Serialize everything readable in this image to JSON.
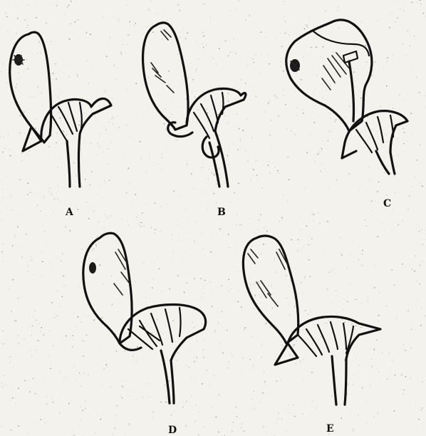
{
  "figure": {
    "panels": [
      {
        "id": "A",
        "label": "A"
      },
      {
        "id": "B",
        "label": "B"
      },
      {
        "id": "C",
        "label": "C"
      },
      {
        "id": "D",
        "label": "D"
      },
      {
        "id": "E",
        "label": "E"
      }
    ]
  },
  "colors": {
    "paper": "#f3f2ec",
    "ink": "#111111"
  }
}
